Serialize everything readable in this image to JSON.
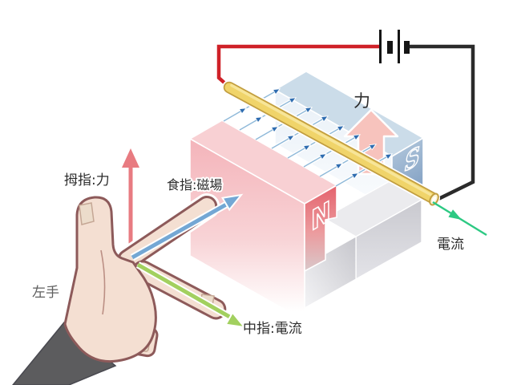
{
  "diagram": {
    "labels": {
      "hand": "左手",
      "thumb_rule": "拇指:力",
      "index_rule": "食指:磁場",
      "middle_rule": "中指:電流",
      "force": "力",
      "current": "電流"
    },
    "magnet": {
      "north_pole": "N",
      "south_pole": "S"
    },
    "battery": {
      "cells": 2
    },
    "colors": {
      "force_arrow": "#de5563",
      "thumb_arrow": "#e87b81",
      "index_arrow": "#74a7d4",
      "middle_arrow": "#a2d05f",
      "current_arrow": "#2dc983",
      "field_line": "#8fb9d9",
      "field_arrowhead": "#2e6cb0",
      "wire_red": "#cf2128",
      "wire_black": "#2b2b2b",
      "rod_yellow": "#f0d46a",
      "north_pole_pink": "#e4626c",
      "south_pole_blue": "#7f9ec2",
      "hand_skin": "#f4dfd2",
      "hand_outline": "#8d5a5a",
      "sleeve_gray": "#5c5c5e"
    },
    "icons": {
      "battery-icon": "two-cell battery symbol (long thin / short thick plates)",
      "force-arrow-icon": "thick upward block arrow",
      "current-arrow-icon": "thin green arrow along conductor",
      "field-line-arrow-icon": "small triangular arrowheads on magnetic field lines"
    }
  }
}
